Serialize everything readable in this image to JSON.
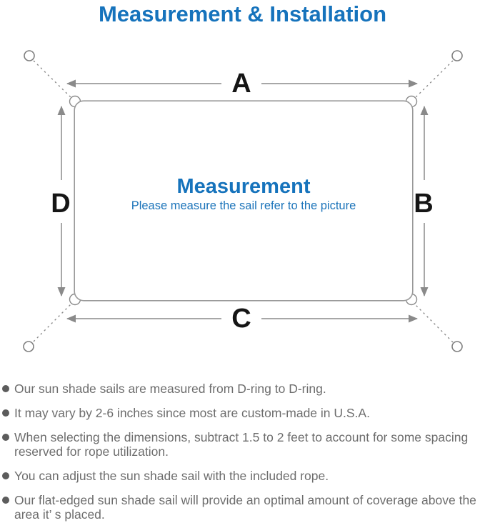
{
  "title": "Measurement & Installation",
  "diagram": {
    "label_a": "A",
    "label_b": "B",
    "label_c": "C",
    "label_d": "D",
    "center_title": "Measurement",
    "center_subtitle": "Please measure the sail refer to the picture"
  },
  "bullets": [
    {
      "text": "Our sun shade sails are measured from D-ring to D-ring."
    },
    {
      "text": "It may vary by 2-6 inches since most are custom-made in U.S.A."
    },
    {
      "text": "When selecting the dimensions, subtract 1.5 to 2 feet to account for some spacing reserved for rope utilization."
    },
    {
      "text": "You can adjust the sun shade sail with the included rope."
    },
    {
      "text": "Our flat-edged sun shade sail will provide an optimal amount of coverage above the area it’ s placed."
    }
  ],
  "colors": {
    "accent_blue": "#1673bc",
    "line_gray": "#8a8a8a",
    "text_gray": "#6d6d6d",
    "label_black": "#151515"
  }
}
